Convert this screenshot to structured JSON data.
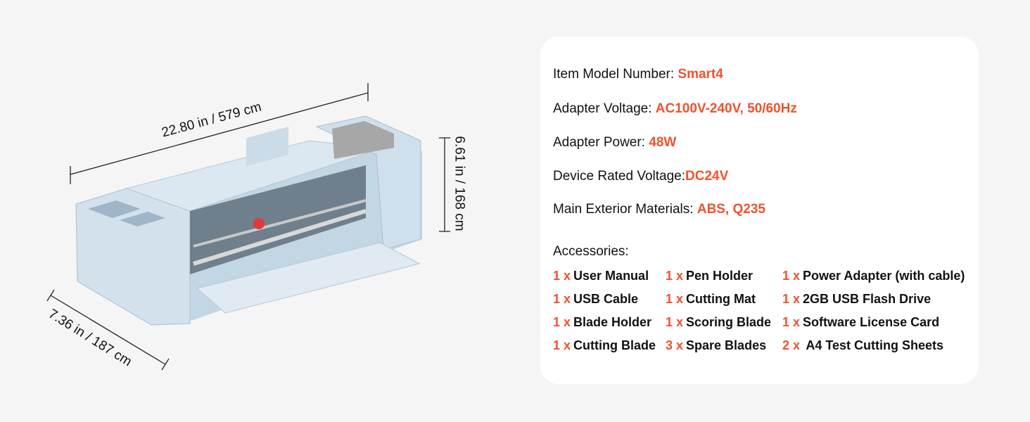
{
  "dimensions": {
    "width": "22.80 in / 579 cm",
    "height": "6.61 in / 168 cm",
    "depth": "7.36 in / 187 cm"
  },
  "specs": [
    {
      "label": "Item Model Number: ",
      "value": "Smart4"
    },
    {
      "label": "Adapter Voltage: ",
      "value": "AC100V-240V, 50/60Hz"
    },
    {
      "label": "Adapter Power: ",
      "value": "48W"
    },
    {
      "label": "Device Rated Voltage:",
      "value": "DC24V"
    },
    {
      "label": "Main Exterior Materials: ",
      "value": "ABS, Q235"
    }
  ],
  "accessories_title": "Accessories:",
  "accessories": [
    {
      "qty": "1 x",
      "name": "User Manual"
    },
    {
      "qty": "1 x",
      "name": "Pen Holder"
    },
    {
      "qty": "1 x",
      "name": "Power Adapter (with cable)"
    },
    {
      "qty": "1 x",
      "name": "USB Cable"
    },
    {
      "qty": "1 x",
      "name": "Cutting Mat"
    },
    {
      "qty": "1 x",
      "name": "2GB USB Flash Drive"
    },
    {
      "qty": "1 x",
      "name": "Blade Holder"
    },
    {
      "qty": "1 x",
      "name": "Scoring Blade"
    },
    {
      "qty": "1 x",
      "name": "Software License Card"
    },
    {
      "qty": "1 x",
      "name": "Cutting Blade"
    },
    {
      "qty": "3 x",
      "name": "Spare Blades"
    },
    {
      "qty": "2 x",
      "name": " A4 Test Cutting Sheets"
    }
  ],
  "colors": {
    "accent": "#f0522d",
    "machine": "#c9dbe8"
  }
}
